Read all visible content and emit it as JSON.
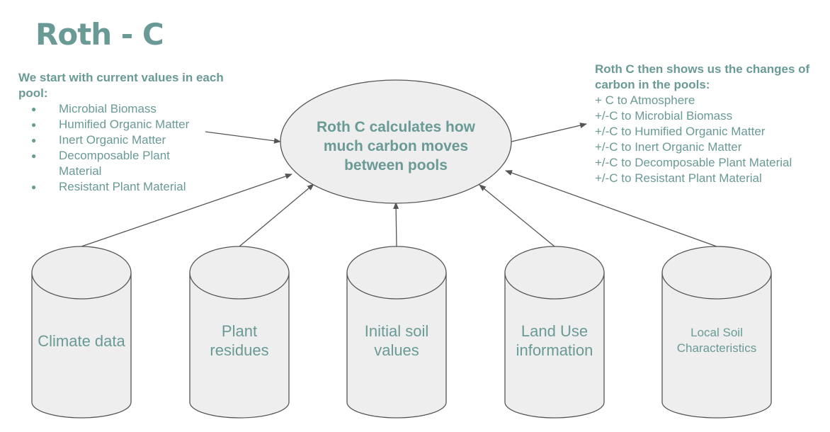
{
  "title": "Roth - C",
  "left_panel": {
    "heading": "We start with current values in each pool:",
    "items": [
      "Microbial Biomass",
      "Humified Organic Matter",
      "Inert Organic Matter",
      "Decomposable Plant Material",
      "Resistant Plant Material"
    ]
  },
  "center": {
    "label": "Roth C calculates how much carbon moves between pools"
  },
  "right_panel": {
    "heading": "Roth C then shows us the changes of carbon in the pools:",
    "items": [
      "+ C to Atmosphere",
      "+/-C to Microbial Biomass",
      "+/-C to Humified Organic Matter",
      "+/-C to Inert Organic Matter",
      "+/-C to Decomposable Plant Material",
      "+/-C to Resistant Plant Material"
    ]
  },
  "inputs": [
    {
      "label": "Climate data"
    },
    {
      "label": "Plant residues"
    },
    {
      "label": "Initial soil values"
    },
    {
      "label": "Land Use information"
    },
    {
      "label": "Local Soil Characteristics"
    }
  ],
  "colors": {
    "text": "#6a9a95",
    "shape_fill": "#eeeeee",
    "stroke": "#555555"
  }
}
